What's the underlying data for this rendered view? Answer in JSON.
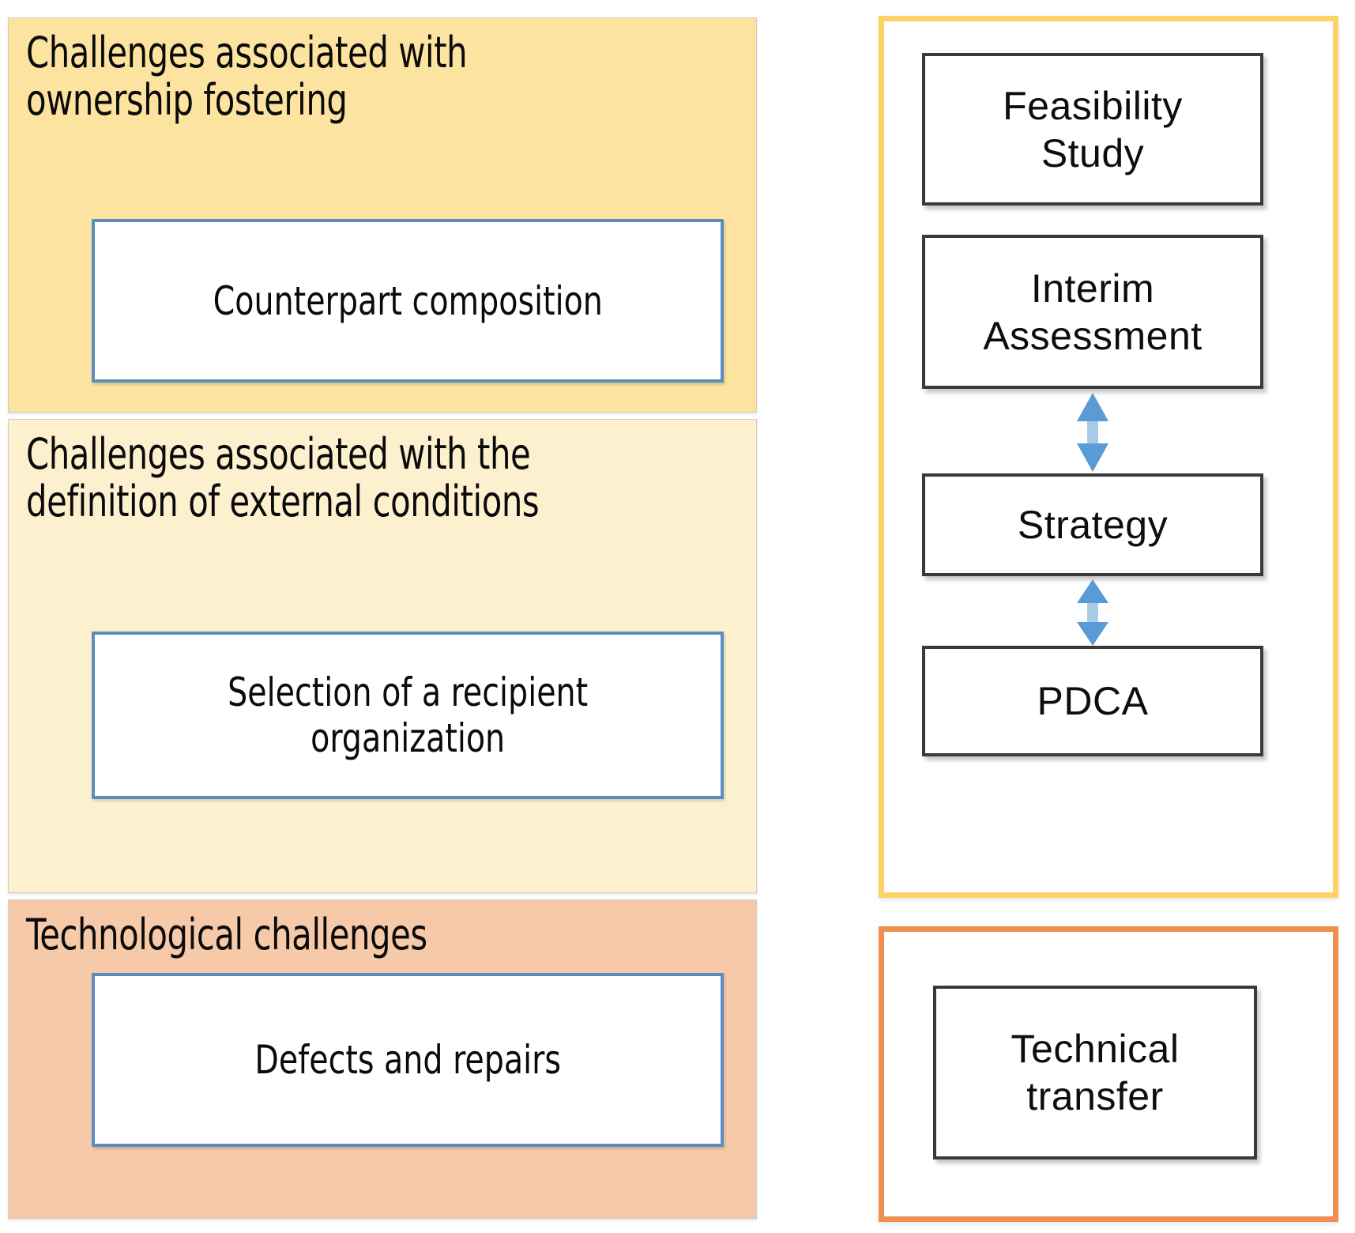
{
  "left_column": {
    "panels": [
      {
        "id": "ownership-fostering",
        "title": "Challenges associated with\nownership fostering",
        "bg_color": "#fce3a0",
        "items": [
          {
            "label": "Counterpart composition"
          }
        ]
      },
      {
        "id": "external-conditions",
        "title": "Challenges associated with the\ndefinition of external conditions",
        "bg_color": "#fdf0cf",
        "items": [
          {
            "label": "Selection of a recipient\norganization"
          }
        ]
      },
      {
        "id": "technological-challenges",
        "title": "Technological challenges",
        "bg_color": "#f6c9a8",
        "items": [
          {
            "label": "Defects and repairs"
          }
        ]
      }
    ]
  },
  "right_column": {
    "groups": [
      {
        "id": "process-group",
        "border_color": "#fcd265",
        "boxes": [
          {
            "label": "Feasibility\nStudy"
          },
          {
            "label": "Interim\nAssessment"
          },
          {
            "label": "Strategy"
          },
          {
            "label": "PDCA"
          }
        ],
        "connectors": [
          {
            "from": "Interim Assessment",
            "to": "Strategy",
            "type": "double-arrow",
            "color": "#5a9bd5"
          },
          {
            "from": "Strategy",
            "to": "PDCA",
            "type": "double-arrow",
            "color": "#5a9bd5"
          }
        ]
      },
      {
        "id": "transfer-group",
        "border_color": "#ef8e4e",
        "boxes": [
          {
            "label": "Technical\ntransfer"
          }
        ],
        "connectors": []
      }
    ]
  },
  "colors": {
    "panel_inner_border": "#5b8dc0",
    "flow_box_border": "#3a3a3a",
    "arrow": "#5a9bd5",
    "text": "#0a0a0a"
  }
}
